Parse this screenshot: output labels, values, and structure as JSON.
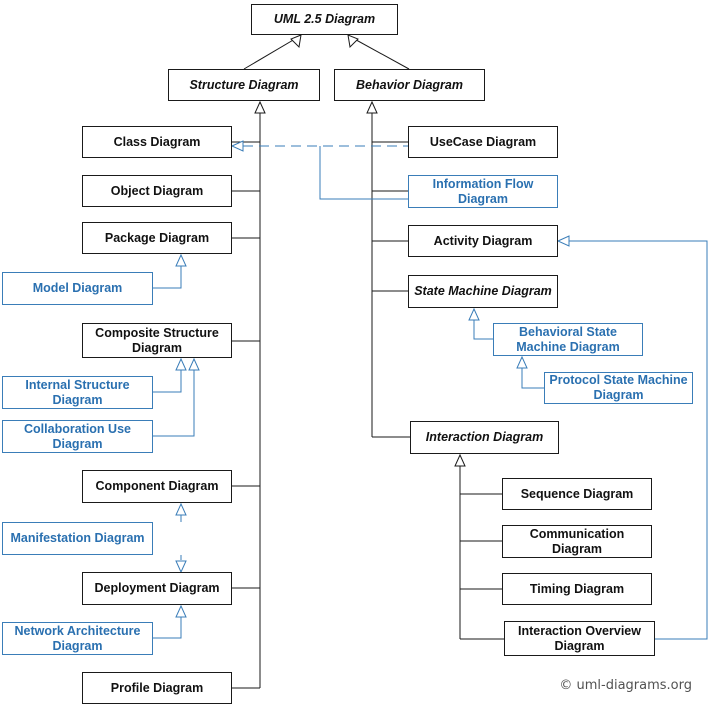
{
  "colors": {
    "standard": "#1a1a1a",
    "extension": "#3a7db8",
    "extension_text": "#2a70b0"
  },
  "nodes": {
    "uml": {
      "label": "UML 2.5 Diagram"
    },
    "structure": {
      "label": "Structure Diagram"
    },
    "behavior": {
      "label": "Behavior Diagram"
    },
    "class": {
      "label": "Class Diagram"
    },
    "object": {
      "label": "Object Diagram"
    },
    "package": {
      "label": "Package Diagram"
    },
    "model": {
      "label": "Model Diagram"
    },
    "composite": {
      "label": "Composite Structure Diagram"
    },
    "internal": {
      "label": "Internal Structure Diagram"
    },
    "collab": {
      "label": "Collaboration Use Diagram"
    },
    "component": {
      "label": "Component Diagram"
    },
    "manifest": {
      "label": "Manifestation Diagram"
    },
    "deployment": {
      "label": "Deployment Diagram"
    },
    "network": {
      "label": "Network Architecture Diagram"
    },
    "profile": {
      "label": "Profile Diagram"
    },
    "usecase": {
      "label": "UseCase Diagram"
    },
    "infoflow": {
      "label": "Information Flow Diagram"
    },
    "activity": {
      "label": "Activity Diagram"
    },
    "statemachine": {
      "label": "State Machine Diagram"
    },
    "behavioral": {
      "label": "Behavioral State Machine Diagram"
    },
    "protocol": {
      "label": "Protocol State Machine Diagram"
    },
    "interaction": {
      "label": "Interaction Diagram"
    },
    "sequence": {
      "label": "Sequence Diagram"
    },
    "communication": {
      "label": "Communication Diagram"
    },
    "timing": {
      "label": "Timing Diagram"
    },
    "overview": {
      "label": "Interaction Overview Diagram"
    }
  },
  "watermark": "© uml-diagrams.org"
}
